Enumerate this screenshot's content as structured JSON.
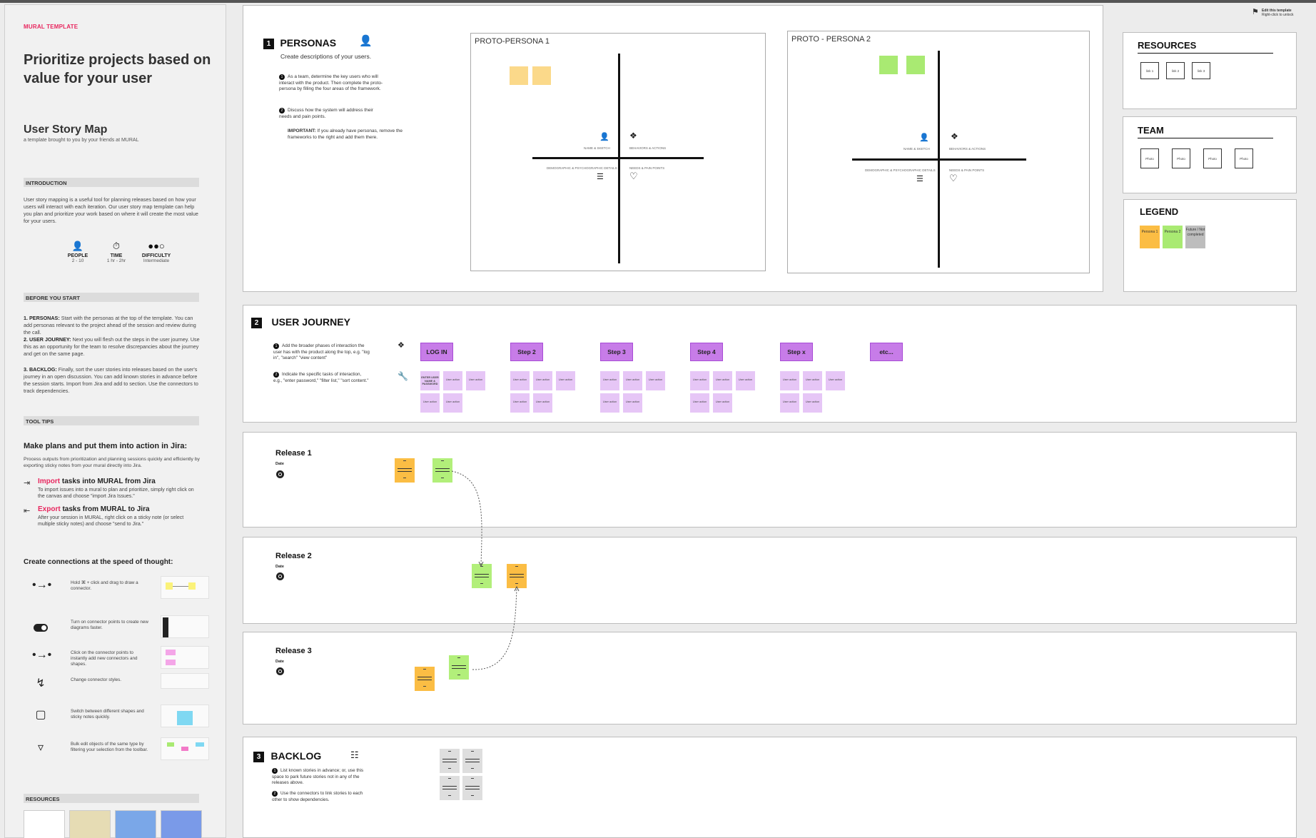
{
  "sidebar": {
    "tag": "MURAL TEMPLATE",
    "title": "Prioritize projects based on value for your user",
    "subtitle": "User Story Map",
    "subdesc": "a template brought to you by your friends at MURAL",
    "intro_head": "INTRODUCTION",
    "intro_text": "User story mapping is a useful tool for planning releases based on how your users will interact with each iteration. Our user story map template can help you plan and prioritize your work based on where it will create the most value for your users.",
    "stats": [
      {
        "icon": "person-icon",
        "label": "PEOPLE",
        "value": "2 - 10"
      },
      {
        "icon": "stopwatch-icon",
        "label": "TIME",
        "value": "1 hr - 2hr"
      },
      {
        "icon": "difficulty-icon",
        "label": "DIFFICULTY",
        "value": "Intermediate"
      }
    ],
    "before_head": "BEFORE YOU START",
    "before_1_b": "1. PERSONAS:",
    "before_1": " Start with the personas at the top of the template. You can add personas relevant to the project ahead of the session and review during the call.",
    "before_2_b": "2. USER JOURNEY:",
    "before_2": " Next you will flesh out the steps in the user journey. Use this as an opportunity for the team to resolve discrepancies about the journey and get on the same page.",
    "before_3_b": "3. BACKLOG:",
    "before_3": " Finally, sort the user stories into releases based on the user's journey in an open discussion. You can add known stories in advance before the session starts. Import from Jira and add to section. Use the connectors to track dependencies.",
    "tips_head": "TOOL TIPS",
    "jira_head": "Make plans and put them into action in Jira:",
    "jira_desc": "Process outputs from prioritization and planning sessions quickly and efficiently by exporting sticky notes from your mural directly into Jira.",
    "import_pink": "Import",
    "import_rest": " tasks into MURAL from Jira",
    "import_desc": "To import issues into a mural to plan and prioritize, simply right click on the canvas and choose \"import Jira Issues.\"",
    "export_pink": "Export",
    "export_rest": " tasks from MURAL to Jira",
    "export_desc": "After your session in MURAL, right click on a sticky note (or select multiple sticky notes) and choose \"send to Jira.\"",
    "conn_head": "Create connections at the speed of thought:",
    "conn_rows": [
      {
        "icon": "connector-icon",
        "text": "Hold ⌘ + click and drag to draw a connector."
      },
      {
        "icon": "toggle-icon",
        "text": "Turn on connector points to create new diagrams faster."
      },
      {
        "icon": "connector-points-icon",
        "text": "Click on the connector points to instantly add new connectors and shapes."
      },
      {
        "icon": "connector-style-icon",
        "text": "Change connector styles."
      },
      {
        "icon": "shapes-icon",
        "text": "Switch between different shapes and sticky notes quickly."
      },
      {
        "icon": "filter-icon",
        "text": "Bulk edit objects of the same type by filtering your selection from the toolbar."
      }
    ],
    "resources_head": "RESOURCES"
  },
  "personas": {
    "num": "1",
    "title": "PERSONAS",
    "desc": "Create descriptions of your users.",
    "step1": "As a team, determine the key users who will interact with the product. Then complete the proto-persona by filling the four areas of the framework.",
    "step2": "Discuss how the system will address their needs and pain points.",
    "important_b": "IMPORTANT:",
    "important": " If you already have personas, remove the frameworks to the right and add them there.",
    "p1_title": "PROTO-PERSONA 1",
    "p2_title": "PROTO - PERSONA 2",
    "q_name": "NAME & SKETCH",
    "q_behaviors": "BEHAVIORS & ACTIONS",
    "q_demo": "DEMOGRAPHIC & PSYCHOGRAPHIC DETAILS",
    "q_needs": "NEEDS & PAIN POINTS"
  },
  "resources": {
    "title": "RESOURCES",
    "links": [
      "link 1",
      "link 2",
      "link 3"
    ]
  },
  "team": {
    "title": "TEAM",
    "photos": [
      "Photo",
      "Photo",
      "Photo",
      "Photo"
    ]
  },
  "legend": {
    "title": "LEGEND",
    "items": [
      {
        "label": "Persona 1",
        "color": "#fbbd44"
      },
      {
        "label": "Persona 2",
        "color": "#a9ea72"
      },
      {
        "label": "Future / Not completed",
        "color": "#bdbdbd"
      }
    ]
  },
  "journey": {
    "num": "2",
    "title": "USER JOURNEY",
    "step1": "Add the broader phases of interaction the user has with the product along the top, e.g. \"log in\", \"search\" \"view content\"",
    "step2": "Indicate the specific tasks of interaction, e.g., \"enter password,\" \"filter list,\" \"sort content.\"",
    "steps": [
      "LOG IN",
      "Step 2",
      "Step 3",
      "Step 4",
      "Step x",
      "etc..."
    ],
    "first_action": "ENTER USER NAME & PASSWORD",
    "action_label": "User action"
  },
  "releases": [
    {
      "title": "Release 1",
      "date": "Date"
    },
    {
      "title": "Release 2",
      "date": "Date"
    },
    {
      "title": "Release 3",
      "date": "Date"
    }
  ],
  "backlog": {
    "num": "3",
    "title": "BACKLOG",
    "step1": "List known stories in advance; or, use this space to park future stories not in any of the releases above.",
    "step2": "Use the connectors to link stories to each other to show dependencies."
  },
  "edit_badge": {
    "line1": "Edit this template",
    "line2": "Right-click to unlock"
  }
}
